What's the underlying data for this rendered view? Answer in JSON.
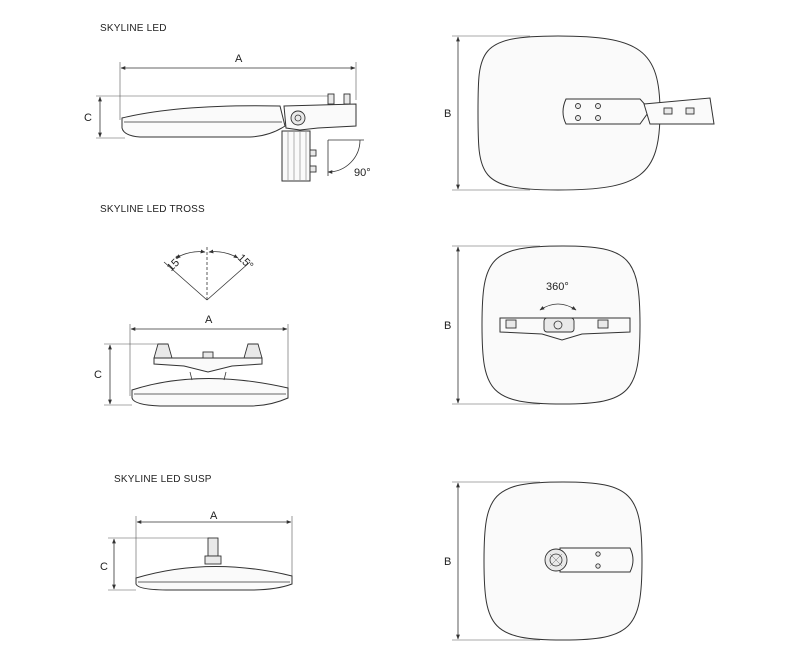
{
  "titles": {
    "skyline": "SKYLINE LED",
    "tross": "SKYLINE LED TROSS",
    "susp": "SKYLINE LED SUSP"
  },
  "dims": {
    "a": "A",
    "b": "B",
    "c": "C"
  },
  "angles": {
    "tilt": "90°",
    "swing_left": "15°",
    "swing_right": "15°",
    "rotation": "360°"
  }
}
